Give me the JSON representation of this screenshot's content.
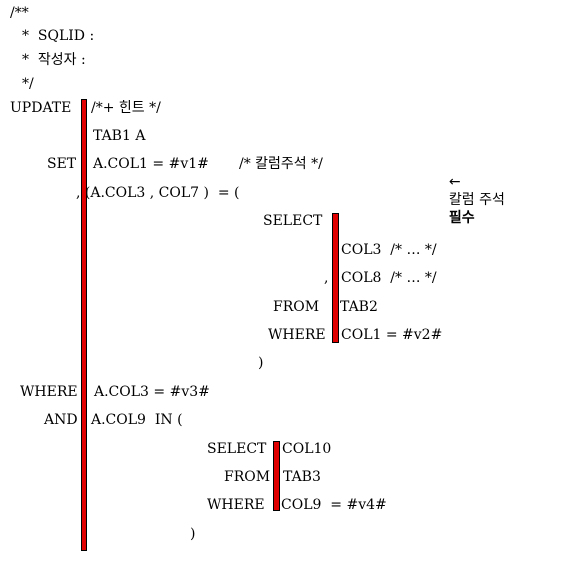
{
  "header": {
    "open": "/**",
    "sqlid": "*  SQLID :",
    "author": "*  작성자 :",
    "close": "*/"
  },
  "update": {
    "keyword": "UPDATE",
    "hint": "/*+ 힌트 */",
    "table": "TAB1 A",
    "set_kw": "SET",
    "set_expr": "A.COL1 = #v1#",
    "set_comment": "/* 칼럼주석 */",
    "arrow": "←",
    "note_prefix": "칼럼 주석",
    "note_bold": "필수",
    "tuple_line": ", (A.COL3 , COL7 )  = ("
  },
  "subquery1": {
    "select": "SELECT",
    "col3": "COL3  /* … */",
    "comma": ",",
    "col8": "COL8  /* … */",
    "from_kw": "FROM",
    "from_tbl": "TAB2",
    "where_kw": "WHERE",
    "where_expr": "COL1 = #v2#",
    "close": ")"
  },
  "where_clause": {
    "where_kw": "WHERE",
    "where_expr": "A.COL3 = #v3#",
    "and_kw": "AND",
    "and_expr": "A.COL9  IN ("
  },
  "subquery2": {
    "select": "SELECT",
    "select_col": "COL10",
    "from_kw": "FROM",
    "from_tbl": "TAB3",
    "where_kw": "WHERE",
    "where_expr": "COL9  = #v4#",
    "close": ")"
  }
}
